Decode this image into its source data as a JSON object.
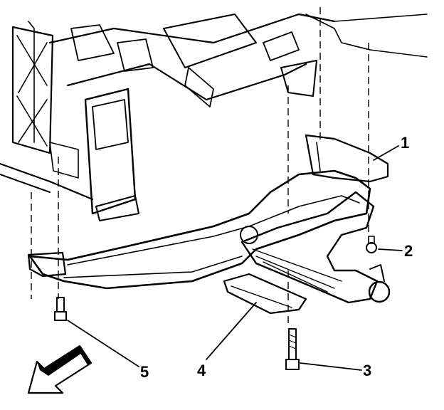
{
  "callouts": [
    {
      "id": "1",
      "label": "1"
    },
    {
      "id": "2",
      "label": "2"
    },
    {
      "id": "3",
      "label": "3"
    },
    {
      "id": "4",
      "label": "4"
    },
    {
      "id": "5",
      "label": "5"
    }
  ],
  "icons": {
    "direction_arrow": "front-direction-arrow-icon"
  }
}
